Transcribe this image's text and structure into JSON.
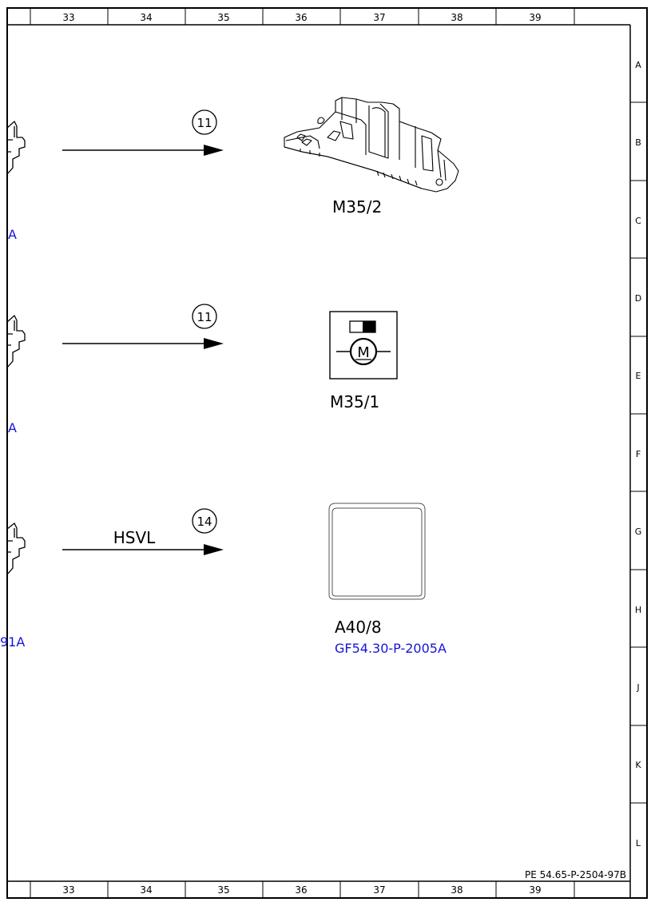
{
  "grid": {
    "columns": [
      "33",
      "34",
      "35",
      "36",
      "37",
      "38",
      "39"
    ],
    "rows": [
      "A",
      "B",
      "C",
      "D",
      "E",
      "F",
      "G",
      "H",
      "J",
      "K",
      "L"
    ]
  },
  "left_links": [
    "A",
    "A",
    "91A"
  ],
  "connections": [
    {
      "circle": "11",
      "wire_label": ""
    },
    {
      "circle": "11",
      "wire_label": ""
    },
    {
      "circle": "14",
      "wire_label": "HSVL"
    }
  ],
  "components": {
    "m35_2": {
      "label": "M35/2",
      "icon": "actuator-drawing-icon"
    },
    "m35_1": {
      "label": "M35/1",
      "icon": "motor-symbol-icon"
    },
    "a40_8": {
      "label": "A40/8",
      "link": "GF54.30-P-2005A",
      "icon": "display-unit-icon"
    }
  },
  "document_ref": "PE 54.65-P-2504-97B",
  "colors": {
    "link": "#1515d6",
    "line": "#000000"
  }
}
